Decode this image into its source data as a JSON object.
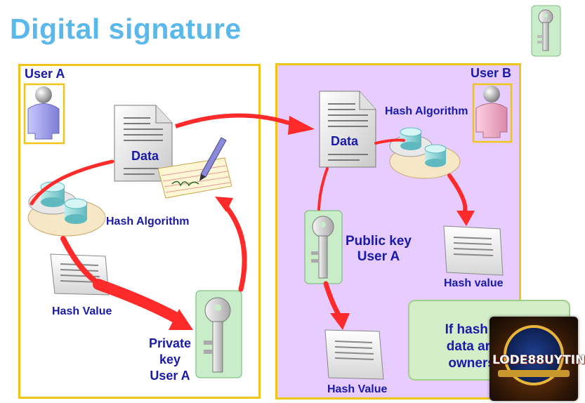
{
  "title": "Digital signature",
  "user_a": {
    "label": "User A",
    "data_label": "Data",
    "hash_algorithm_label": "Hash Algorithm",
    "hash_value_label": "Hash Value",
    "private_key_line1": "Private",
    "private_key_line2": "key",
    "private_key_line3": "User A"
  },
  "user_b": {
    "label": "User B",
    "data_label": "Data",
    "hash_algorithm_label": "Hash Algorithm",
    "public_key_line1": "Public key",
    "public_key_line2": "User A",
    "hash_value_right_label": "Hash value",
    "hash_value_bottom_label": "Hash Value"
  },
  "note": {
    "line1": "If hash values",
    "line2": "data are valid",
    "line3": "ownership is"
  },
  "watermark": {
    "brand": "LODE88UYTIN"
  },
  "colors": {
    "title": "#5bb8ea",
    "panel_border": "#f0c419",
    "panel_b_bg": "#e6ccff",
    "label_text": "#1a1aa8",
    "arrow": "#ff2b2b",
    "key_card": "#c8edc8",
    "note_bg": "#d3eec9"
  },
  "icons": [
    "person-icon",
    "document-icon",
    "gear-icon",
    "scroll-icon",
    "key-icon",
    "signature-pen-icon"
  ]
}
